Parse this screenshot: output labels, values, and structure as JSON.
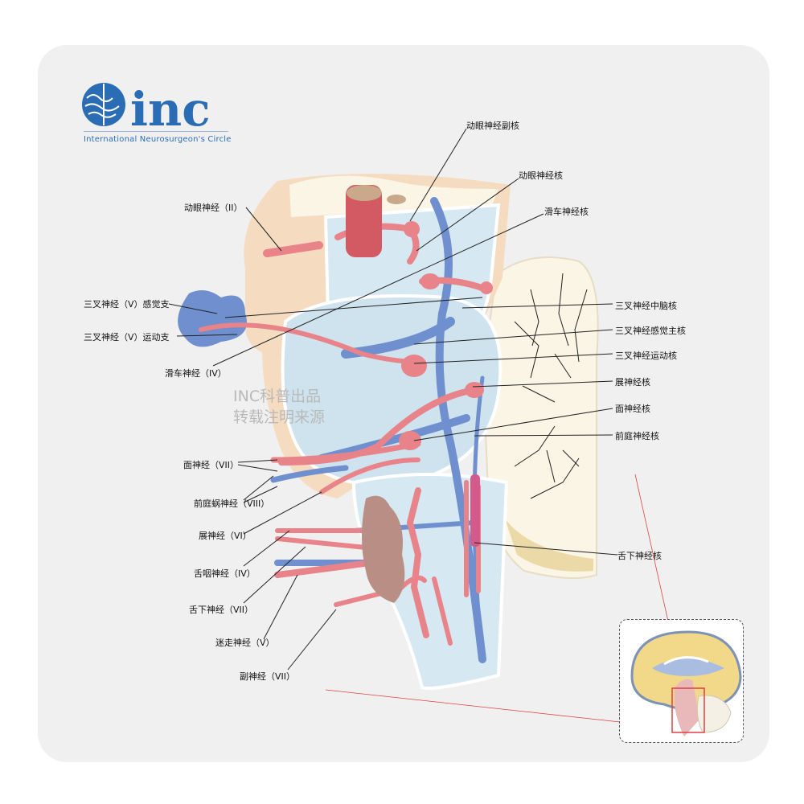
{
  "logo": {
    "wordmark": "inc",
    "tagline": "International  Neurosurgeon's  Circle"
  },
  "watermark": {
    "line1": "INC科普出品",
    "line2": "转载注明来源"
  },
  "labels_left": {
    "oculomotor_nerve": "动眼神经（II）",
    "trigeminal_sensory": "三叉神经（V）感觉支",
    "trigeminal_motor": "三叉神经（V）运动支",
    "trochlear_nerve": "滑车神经（IV）",
    "facial_nerve": "面神经（VII）",
    "vestibulocochlear_nerve": "前庭蜗神经（VIII）",
    "abducens_nerve": "展神经（VI）",
    "glossopharyngeal_nerve": "舌咽神经（IV）",
    "hypoglossal_nerve": "舌下神经（VII）",
    "vagus_nerve": "迷走神经（V）",
    "accessory_nerve": "副神经（VII）"
  },
  "labels_right": {
    "edinger_westphal": "动眼神经副核",
    "oculomotor_nucleus": "动眼神经核",
    "trochlear_nucleus": "滑车神经核",
    "trigeminal_mesencephalic": "三叉神经中脑核",
    "trigeminal_principal_sensory": "三叉神经感觉主核",
    "trigeminal_motor_nucleus": "三叉神经运动核",
    "abducens_nucleus": "展神经核",
    "facial_nucleus": "面神经核",
    "vestibular_nucleus": "前庭神经核",
    "hypoglossal_nucleus": "舌下神经核"
  },
  "colors": {
    "card_background": "#f0f0f0",
    "brand_blue": "#2a6db5",
    "motor_red": "#e8838a",
    "sensory_blue": "#6f8fcf",
    "brainstem_fill": "#d6e8f2",
    "tissue_beige": "#f5dcc0",
    "cerebellum_cream": "#fbf5e6",
    "pointer_red": "#e04040"
  }
}
